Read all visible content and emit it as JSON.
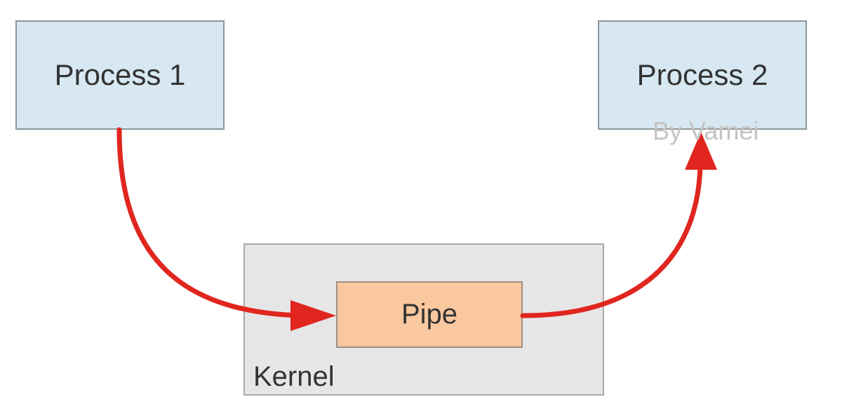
{
  "diagram": {
    "nodes": {
      "process1": "Process 1",
      "process2": "Process 2",
      "pipe": "Pipe",
      "kernel": "Kernel"
    },
    "watermark": "By Vamei",
    "edges": [
      {
        "from": "process1",
        "to": "pipe"
      },
      {
        "from": "pipe",
        "to": "process2"
      }
    ],
    "colors": {
      "process_fill": "#d7e8f2",
      "pipe_fill": "#f9c89f",
      "kernel_fill": "#e6e6e6",
      "arrow": "#e0261e"
    }
  }
}
